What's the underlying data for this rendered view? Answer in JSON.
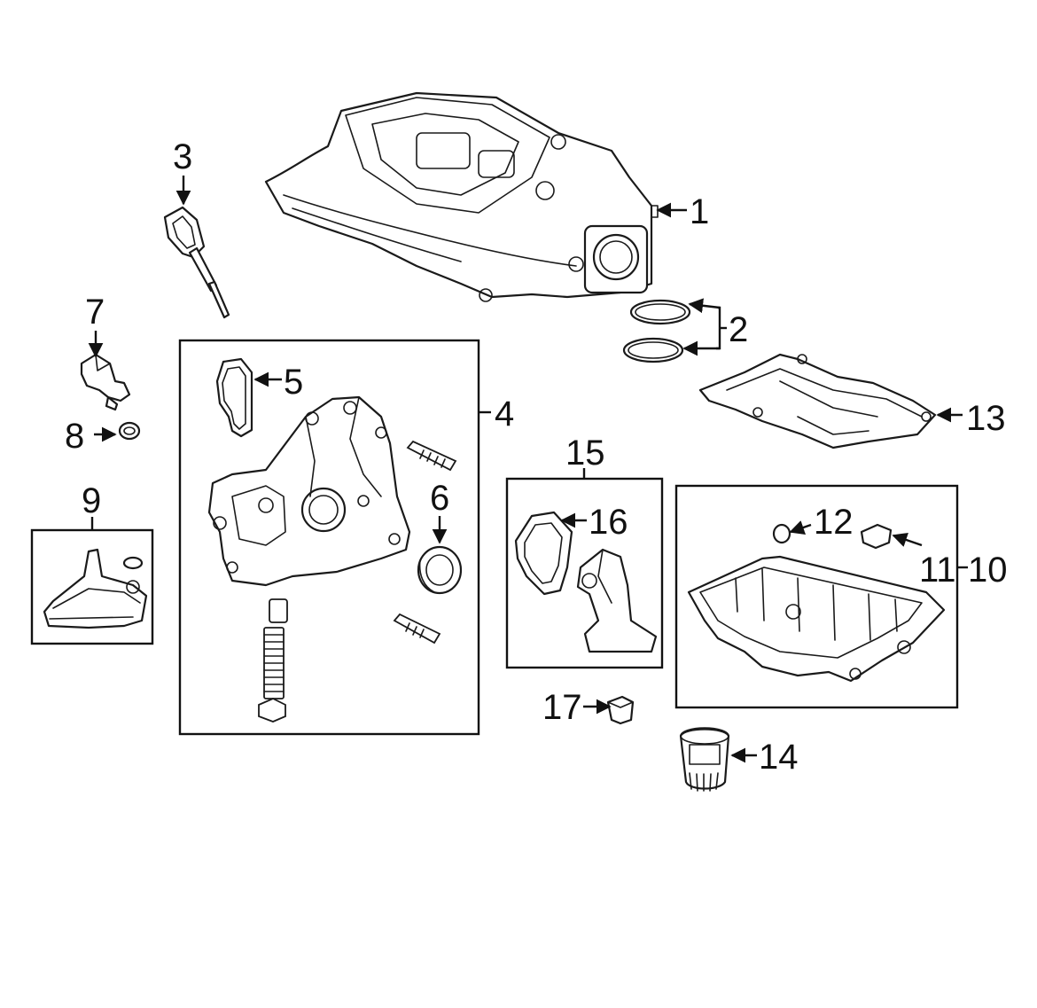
{
  "callouts": {
    "c1": "1",
    "c2": "2",
    "c3": "3",
    "c4": "4",
    "c5": "5",
    "c6": "6",
    "c7": "7",
    "c8": "8",
    "c9": "9",
    "c10": "10",
    "c11": "11",
    "c12": "12",
    "c13": "13",
    "c14": "14",
    "c15": "15",
    "c16": "16",
    "c17": "17"
  },
  "colors": {
    "line": "#1a1a1a",
    "background": "#ffffff"
  }
}
